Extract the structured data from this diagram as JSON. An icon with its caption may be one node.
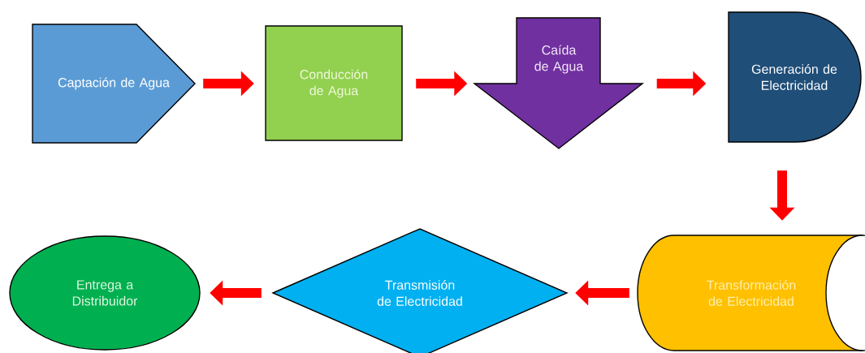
{
  "diagram": {
    "nodes": [
      {
        "text": [
          "Captación de Agua"
        ]
      },
      {
        "text": [
          "Conducción de Agua"
        ]
      },
      {
        "text": [
          "Caída de Agua"
        ]
      },
      {
        "text": [
          "Generación de Electricidad"
        ]
      },
      {
        "text": [
          "Transformación de Electricidad"
        ]
      },
      {
        "text": [
          "Transmisión de Electricidad"
        ]
      },
      {
        "text": [
          "Entrega a Distribuidor"
        ]
      }
    ],
    "edges": [
      {
        "from": 0,
        "to": 1,
        "arrow": "to"
      },
      {
        "from": 1,
        "to": 2,
        "arrow": "to"
      },
      {
        "from": 2,
        "to": 3,
        "arrow": "to"
      },
      {
        "from": 3,
        "to": 4,
        "arrow": "to"
      },
      {
        "from": 4,
        "to": 5,
        "arrow": "to"
      },
      {
        "from": 5,
        "to": 6,
        "arrow": "to"
      }
    ]
  }
}
